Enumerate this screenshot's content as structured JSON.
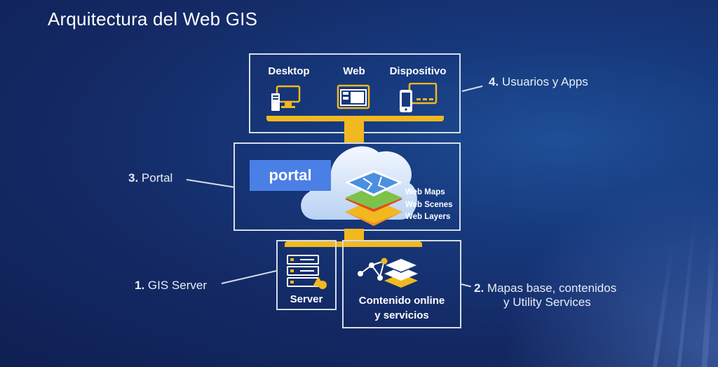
{
  "title": "Arquitectura del Web GIS",
  "devices": {
    "desktop": "Desktop",
    "web": "Web",
    "mobile": "Dispositivo"
  },
  "labels": {
    "users_num": "4.",
    "users_text": "Usuarios y Apps",
    "portal_num": "3.",
    "portal_text": "Portal",
    "server_num": "1.",
    "server_text": "GIS Server",
    "content_num": "2.",
    "content_text_1": "Mapas base, contenidos",
    "content_text_2": "y Utility Services"
  },
  "portal": {
    "badge": "portal",
    "layers": [
      "Web Maps",
      "Web Scenes",
      "Web Layers"
    ]
  },
  "server_label": "Server",
  "content_label_1": "Contenido online",
  "content_label_2": "y servicios",
  "colors": {
    "gold": "#f2b81f",
    "portal_blue": "#4a7fe6",
    "border": "#d6dde8"
  }
}
